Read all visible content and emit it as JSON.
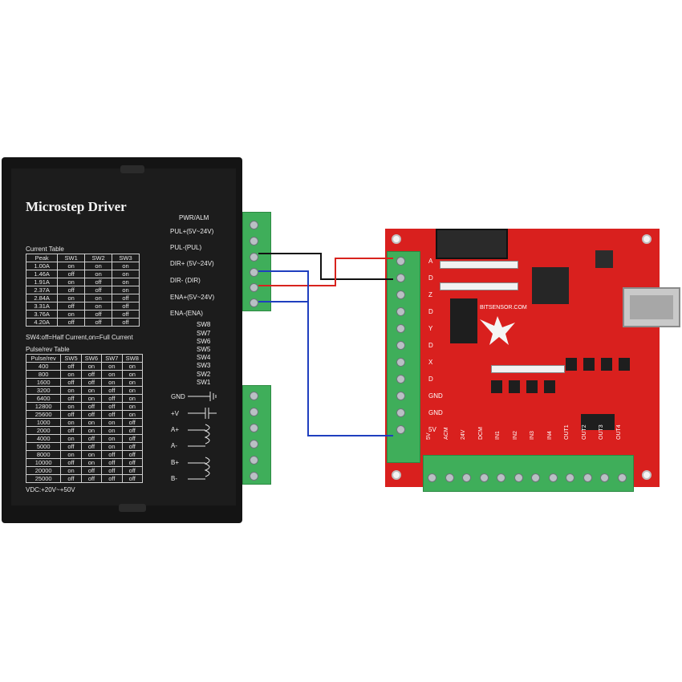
{
  "driver": {
    "title": "Microstep Driver",
    "terminals_top": [
      "PWR/ALM",
      "PUL+(5V~24V)",
      "PUL-(PUL)",
      "DIR+ (5V~24V)",
      "DIR- (DIR)",
      "ENA+(5V~24V)",
      "ENA-(ENA)"
    ],
    "switches": [
      "SW8",
      "SW7",
      "SW6",
      "SW5",
      "SW4",
      "SW3",
      "SW2",
      "SW1"
    ],
    "terminals_bottom": [
      "GND",
      "+V",
      "A+",
      "A-",
      "B+",
      "B-"
    ],
    "current_table": {
      "caption": "Current Table",
      "headers": [
        "Peak",
        "SW1",
        "SW2",
        "SW3"
      ],
      "rows": [
        [
          "1.00A",
          "on",
          "on",
          "on"
        ],
        [
          "1.46A",
          "off",
          "on",
          "on"
        ],
        [
          "1.91A",
          "on",
          "off",
          "on"
        ],
        [
          "2.37A",
          "off",
          "off",
          "on"
        ],
        [
          "2.84A",
          "on",
          "on",
          "off"
        ],
        [
          "3.31A",
          "off",
          "on",
          "off"
        ],
        [
          "3.76A",
          "on",
          "off",
          "off"
        ],
        [
          "4.20A",
          "off",
          "off",
          "off"
        ]
      ]
    },
    "sw4_note": "SW4:off=Half Current,on=Full Current",
    "pulse_table": {
      "caption": "Pulse/rev Table",
      "headers": [
        "Pulse/rev",
        "SW5",
        "SW6",
        "SW7",
        "SW8"
      ],
      "rows": [
        [
          "400",
          "off",
          "on",
          "on",
          "on"
        ],
        [
          "800",
          "on",
          "off",
          "on",
          "on"
        ],
        [
          "1600",
          "off",
          "off",
          "on",
          "on"
        ],
        [
          "3200",
          "on",
          "on",
          "off",
          "on"
        ],
        [
          "6400",
          "off",
          "on",
          "off",
          "on"
        ],
        [
          "12800",
          "on",
          "off",
          "off",
          "on"
        ],
        [
          "25600",
          "off",
          "off",
          "off",
          "on"
        ],
        [
          "1000",
          "on",
          "on",
          "on",
          "off"
        ],
        [
          "2000",
          "off",
          "on",
          "on",
          "off"
        ],
        [
          "4000",
          "on",
          "off",
          "on",
          "off"
        ],
        [
          "5000",
          "off",
          "off",
          "on",
          "off"
        ],
        [
          "8000",
          "on",
          "on",
          "off",
          "off"
        ],
        [
          "10000",
          "off",
          "on",
          "off",
          "off"
        ],
        [
          "20000",
          "on",
          "off",
          "off",
          "off"
        ],
        [
          "25000",
          "off",
          "off",
          "off",
          "off"
        ]
      ]
    },
    "vdc": "VDC:+20V~+50V"
  },
  "board": {
    "site": "BITSENSOR.COM",
    "left_labels": [
      "A",
      "D",
      "Z",
      "D",
      "Y",
      "D",
      "X",
      "D",
      "GND",
      "GND",
      "5V"
    ],
    "bottom_labels": [
      "5V",
      "ACM",
      "24V",
      "DCM",
      "IN1",
      "IN2",
      "IN3",
      "IN4",
      "OUT1",
      "OUT2",
      "OUT3",
      "OUT4"
    ]
  },
  "colors": {
    "wire_black": "#111111",
    "wire_red": "#d8231e",
    "wire_blue": "#1f3fbf",
    "board": "#d9201e",
    "terminal_green": "#3fae5a"
  }
}
